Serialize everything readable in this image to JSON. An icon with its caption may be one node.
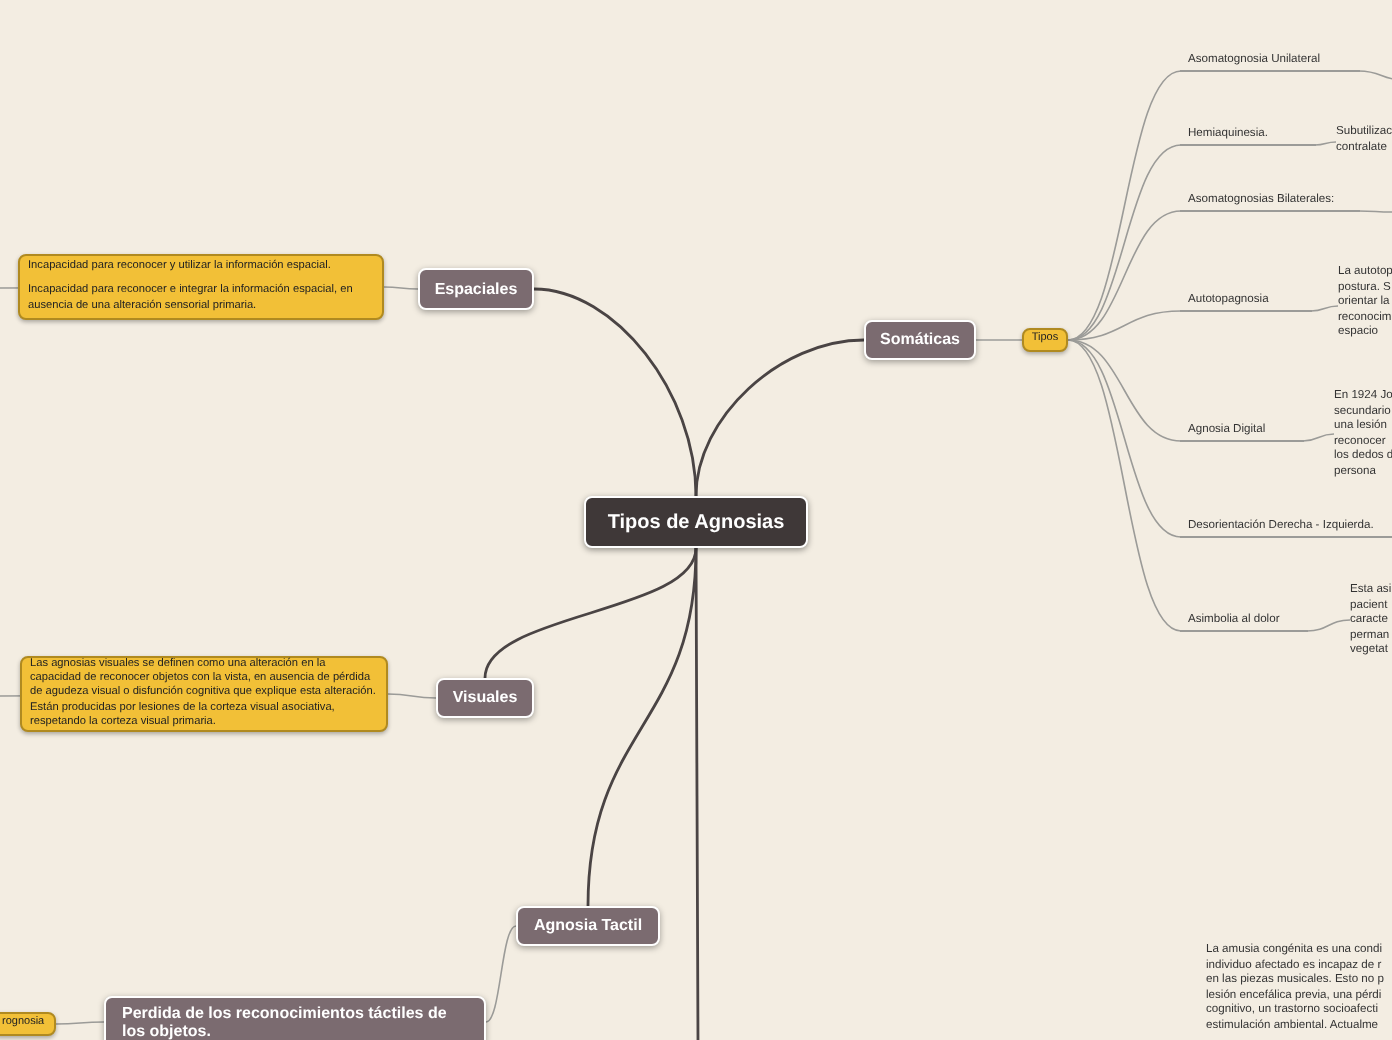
{
  "diagram": {
    "nodes": [
      {
        "text": [
          "Tipos de Agnosias"
        ]
      },
      {
        "text": [
          "Espaciales"
        ]
      },
      {
        "text": [
          "Incapacidad para reconocer y utilizar la información espacial.",
          "Incapacidad para reconocer e integrar la información espacial, en ausencia de una alteración sensorial primaria."
        ]
      },
      {
        "text": [
          "Visuales"
        ]
      },
      {
        "text": [
          "Las agnosias visuales se definen como una alteración en la capacidad de reconocer objetos con la vista, en ausencia de pérdida de agudeza visual o disfunción cognitiva que explique esta alteración. Están producidas por lesiones de la corteza visual asociativa, respetando la corteza visual primaria."
        ]
      },
      {
        "text": [
          "Somáticas"
        ]
      },
      {
        "text": [
          "Tipos"
        ]
      },
      {
        "text": [
          "Asomatognosia Unilateral"
        ]
      },
      {
        "text": [
          "Hemiaquinesia."
        ]
      },
      {
        "text": [
          "Subutilizac contralate"
        ]
      },
      {
        "text": [
          "Asomatognosias Bilaterales:"
        ]
      },
      {
        "text": [
          "Autotopagnosia"
        ]
      },
      {
        "text": [
          "La autotop postura. S orientar la reconocim espacio"
        ]
      },
      {
        "text": [
          "Agnosia Digital"
        ]
      },
      {
        "text": [
          "En 1924 Jo secundario una lesión reconocer los dedos d persona"
        ]
      },
      {
        "text": [
          "Desorientación Derecha - Izquierda."
        ]
      },
      {
        "text": [
          "Asimbolia al dolor"
        ]
      },
      {
        "text": [
          "Esta asi pacient caracte perman vegetat"
        ]
      },
      {
        "text": [
          "Agnosia Tactil"
        ]
      },
      {
        "text": [
          "Perdida de los reconocimientos táctiles de los objetos."
        ]
      },
      {
        "text": [
          "rognosia"
        ]
      },
      {
        "text": [
          "La amusia congénita es una condi individuo afectado es incapaz de r en las piezas musicales. Esto no p lesión encefálica previa, una pérdi cognitivo, un trastorno socioafecti estimulación ambiental. Actualme"
        ]
      }
    ],
    "edges": [
      {
        "from": 0,
        "to": 1,
        "arrow": "none",
        "color": "#4a4444"
      },
      {
        "from": 1,
        "to": 2,
        "arrow": "none"
      },
      {
        "from": 0,
        "to": 3,
        "arrow": "none",
        "color": "#4a4444"
      },
      {
        "from": 3,
        "to": 4,
        "arrow": "none"
      },
      {
        "from": 0,
        "to": 5,
        "arrow": "none",
        "color": "#4a4444"
      },
      {
        "from": 5,
        "to": 6,
        "arrow": "none"
      },
      {
        "from": 6,
        "to": 7,
        "arrow": "none"
      },
      {
        "from": 6,
        "to": 8,
        "arrow": "none"
      },
      {
        "from": 8,
        "to": 9,
        "arrow": "none"
      },
      {
        "from": 6,
        "to": 10,
        "arrow": "none"
      },
      {
        "from": 6,
        "to": 11,
        "arrow": "none"
      },
      {
        "from": 11,
        "to": 12,
        "arrow": "none"
      },
      {
        "from": 6,
        "to": 13,
        "arrow": "none"
      },
      {
        "from": 13,
        "to": 14,
        "arrow": "none"
      },
      {
        "from": 6,
        "to": 15,
        "arrow": "none"
      },
      {
        "from": 6,
        "to": 16,
        "arrow": "none"
      },
      {
        "from": 16,
        "to": 17,
        "arrow": "none"
      },
      {
        "from": 0,
        "to": 18,
        "arrow": "none",
        "color": "#4a4444"
      },
      {
        "from": 18,
        "to": 19,
        "arrow": "none"
      },
      {
        "from": 19,
        "to": 20,
        "arrow": "none"
      },
      {
        "from": 0,
        "to": null,
        "arrow": "none",
        "color": "#4a4444"
      },
      {
        "from": 7,
        "to": null,
        "arrow": "none"
      },
      {
        "from": 10,
        "to": null,
        "arrow": "none"
      },
      {
        "from": 2,
        "to": null,
        "arrow": "none"
      },
      {
        "from": 4,
        "to": null,
        "arrow": "none"
      }
    ]
  }
}
